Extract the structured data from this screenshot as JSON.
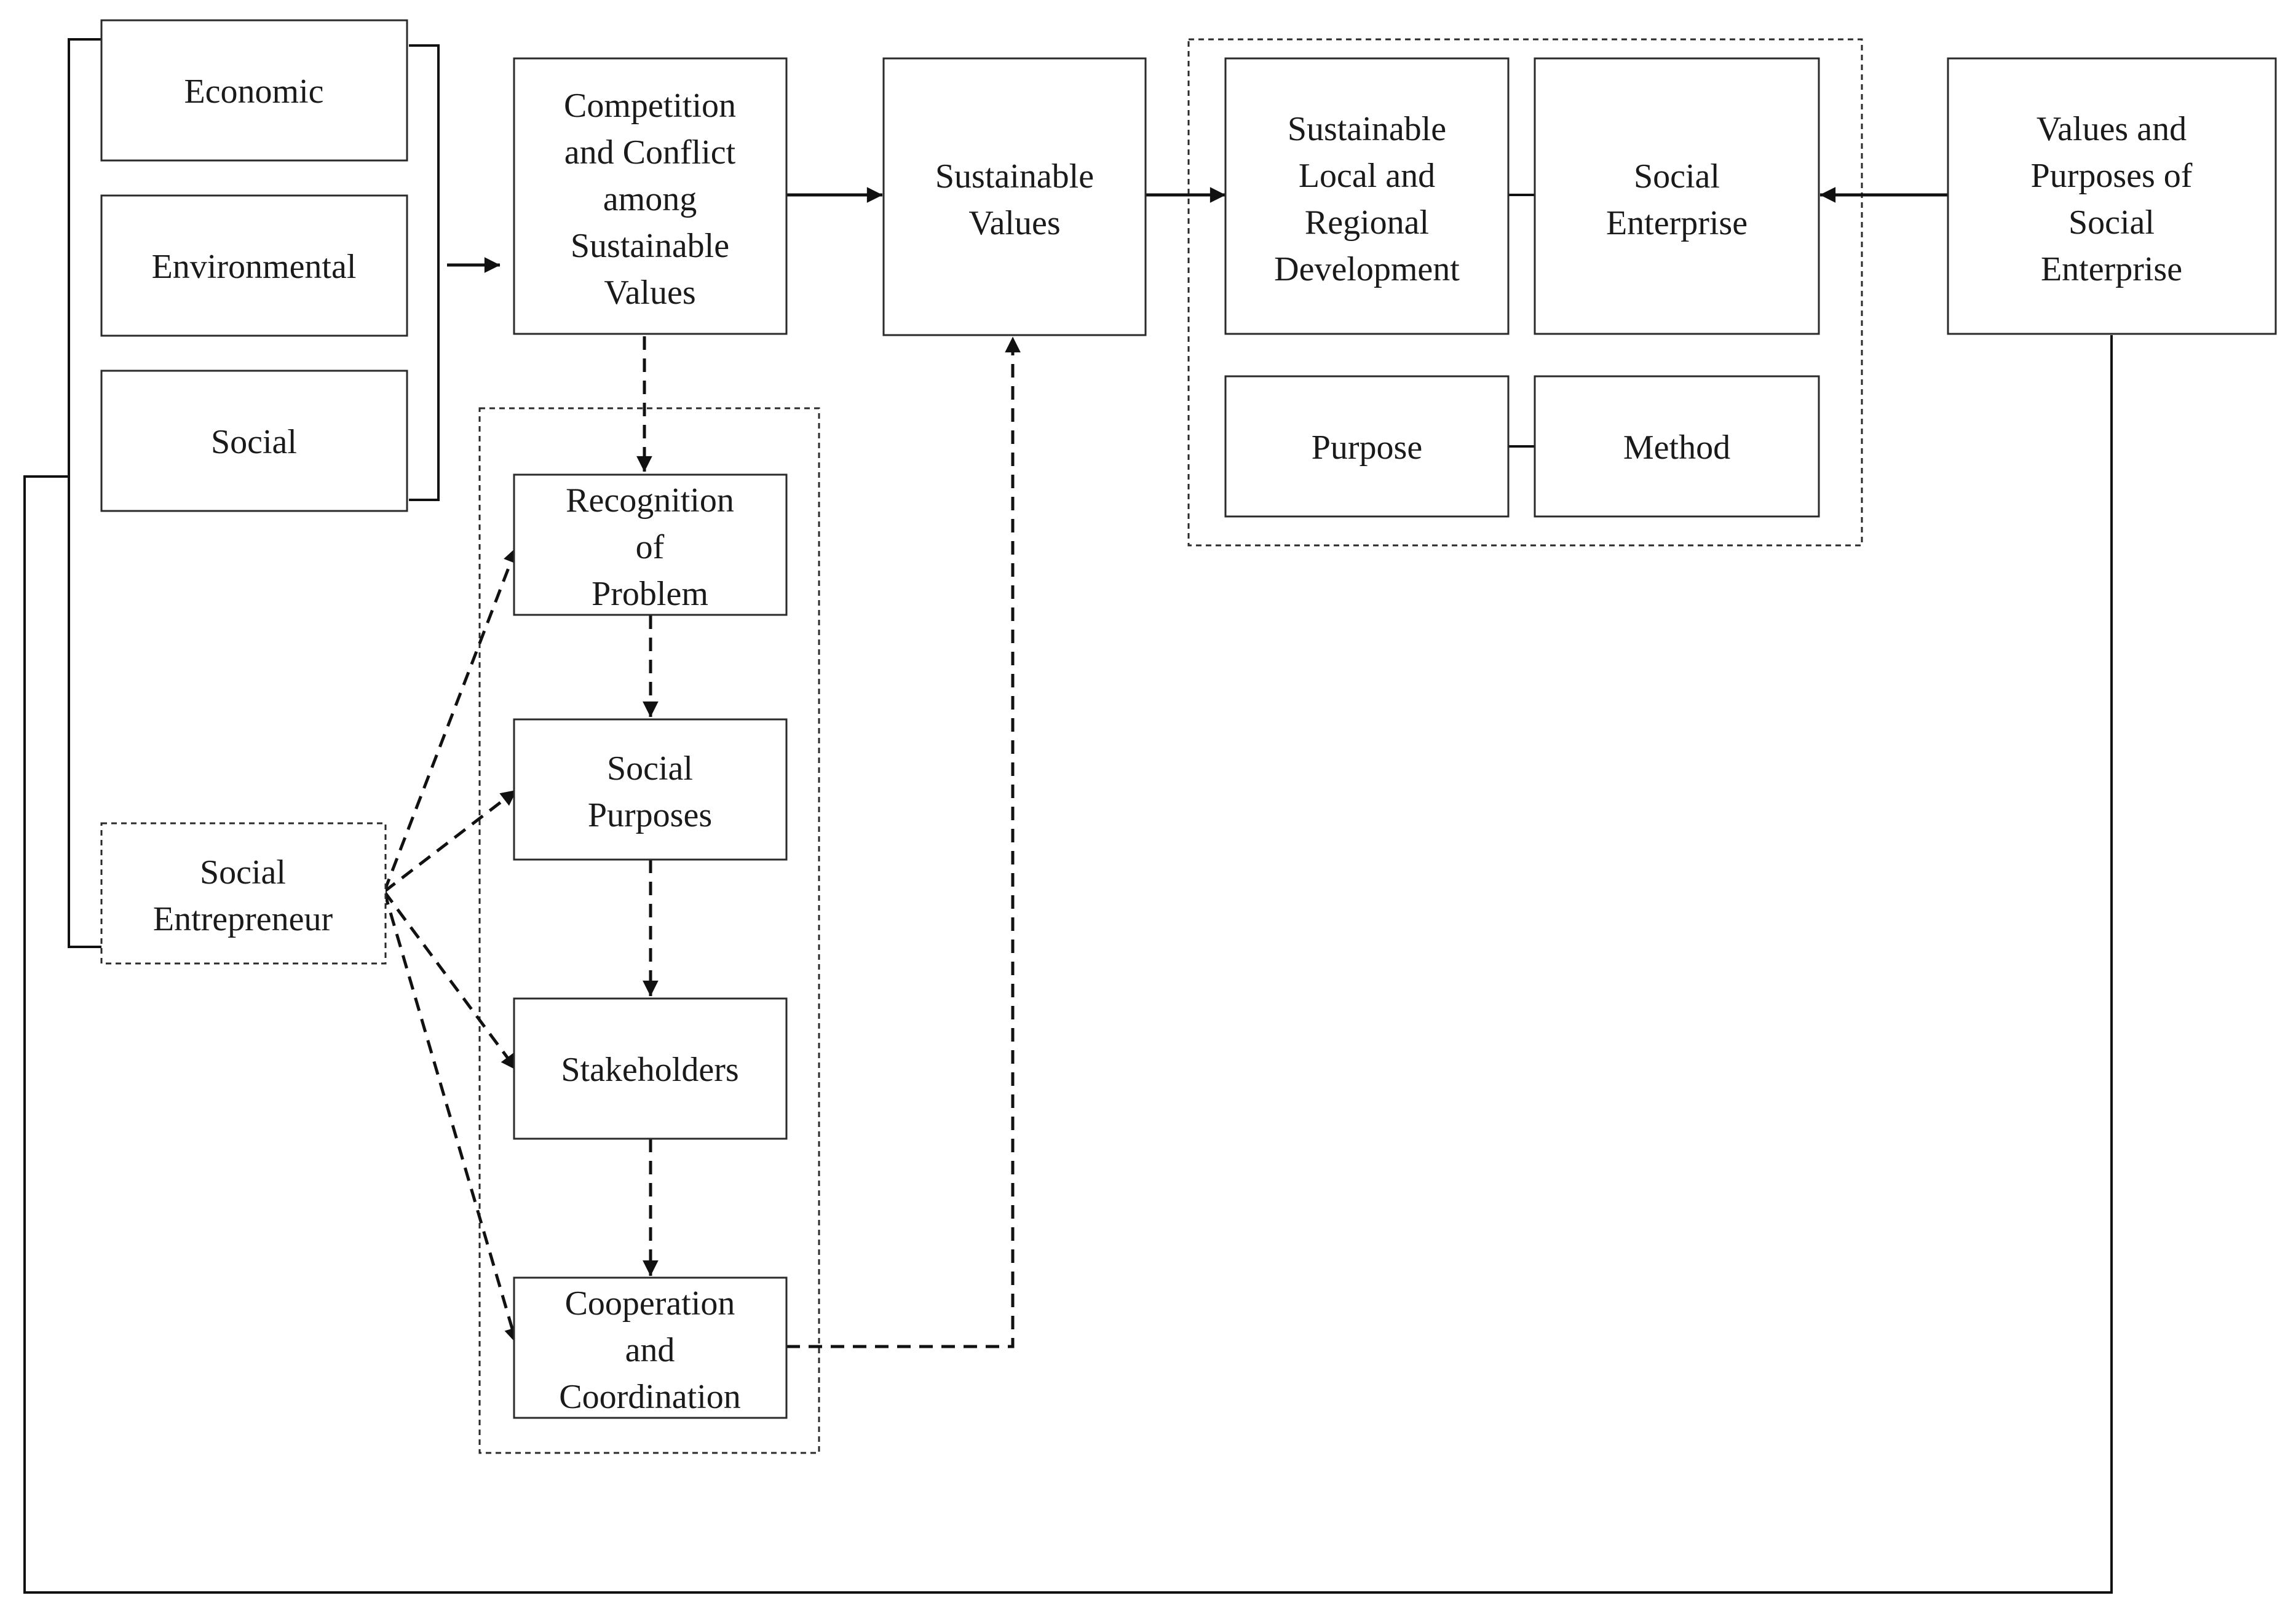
{
  "nodes": {
    "economic": "Economic",
    "environmental": "Environmental",
    "social": "Social",
    "competition": [
      "Competition",
      "and Conflict",
      "among",
      "Sustainable",
      "Values"
    ],
    "sustainable_values": [
      "Sustainable",
      "Values"
    ],
    "local_dev": [
      "Sustainable",
      "Local and",
      "Regional",
      "Development"
    ],
    "social_enterprise": [
      "Social",
      "Enterprise"
    ],
    "purpose": "Purpose",
    "method": "Method",
    "values_purposes": [
      "Values and",
      "Purposes of",
      "Social",
      "Enterprise"
    ],
    "recognition": [
      "Recognition",
      "of",
      "Problem"
    ],
    "social_purposes": [
      "Social",
      "Purposes"
    ],
    "stakeholders": "Stakeholders",
    "cooperation": [
      "Cooperation",
      "and",
      "Coordination"
    ],
    "social_entrepreneur": [
      "Social",
      "Entrepreneur"
    ]
  }
}
